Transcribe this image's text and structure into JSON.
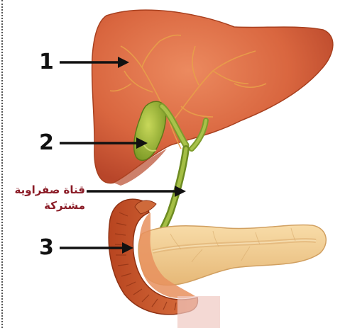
{
  "labels": {
    "number_1": "1",
    "number_2": "2",
    "number_3": "3",
    "common_bile_duct_line1": "قناة صفراوية",
    "common_bile_duct_line2": "مشتركة"
  },
  "colors": {
    "liver": "#d9663f",
    "liver_dark": "#b8462a",
    "liver_veins": "#e8a04a",
    "gallbladder": "#9bb33a",
    "bile_duct": "#8fae3a",
    "pancreas": "#f3cf92",
    "duodenum": "#c8552a",
    "label_red": "#8a1a25"
  }
}
